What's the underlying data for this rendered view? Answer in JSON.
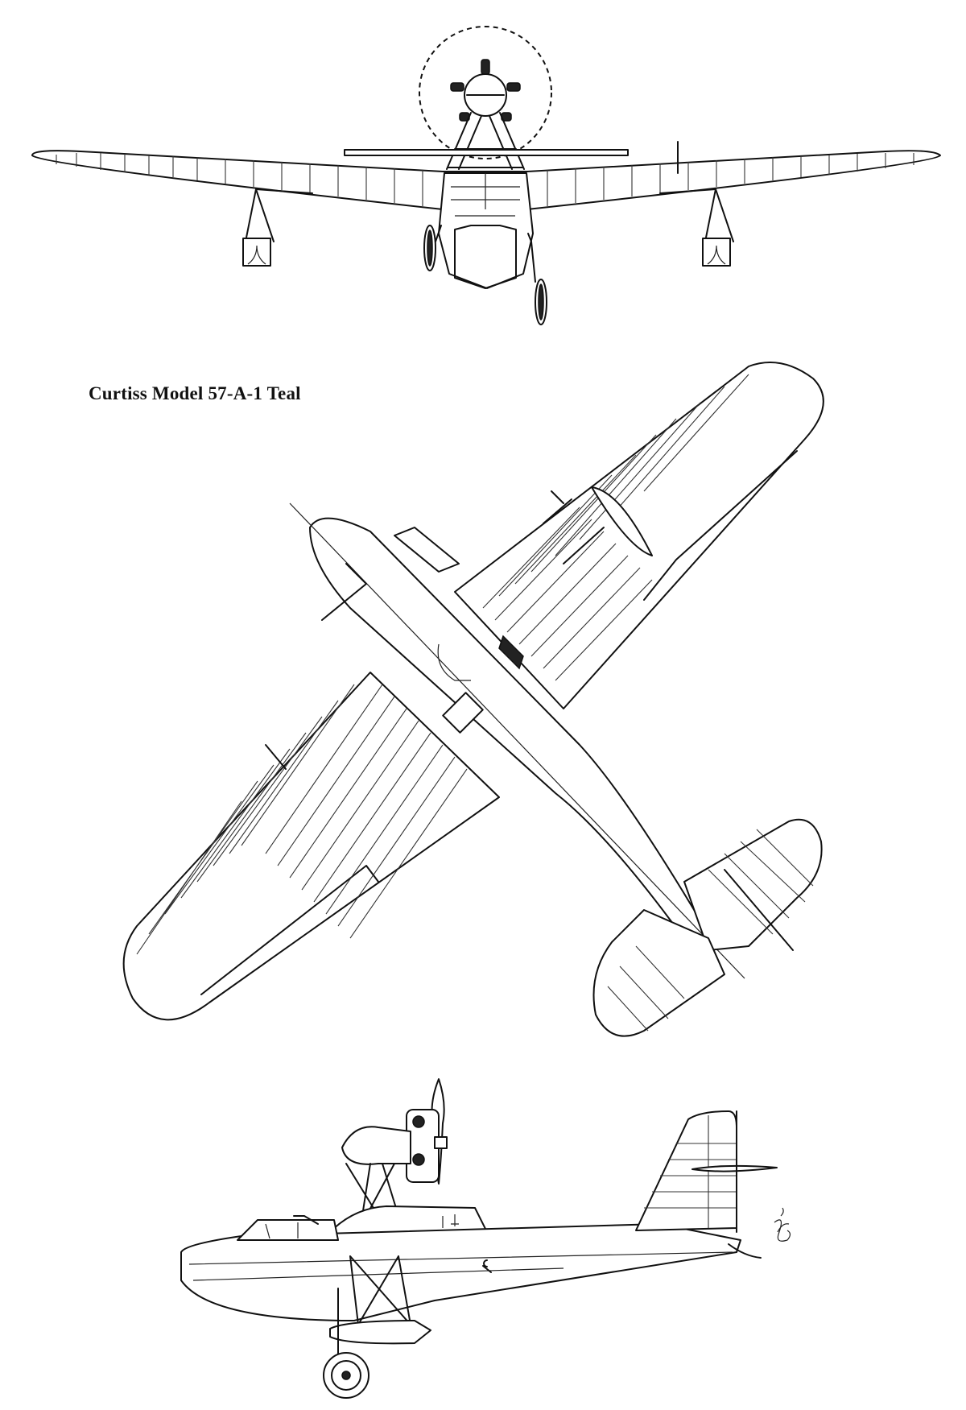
{
  "title": "Curtiss Model 57-A-1 Teal",
  "views": {
    "front": "front-view",
    "top": "top-view",
    "side": "side-view"
  },
  "signature": "artist-signature"
}
